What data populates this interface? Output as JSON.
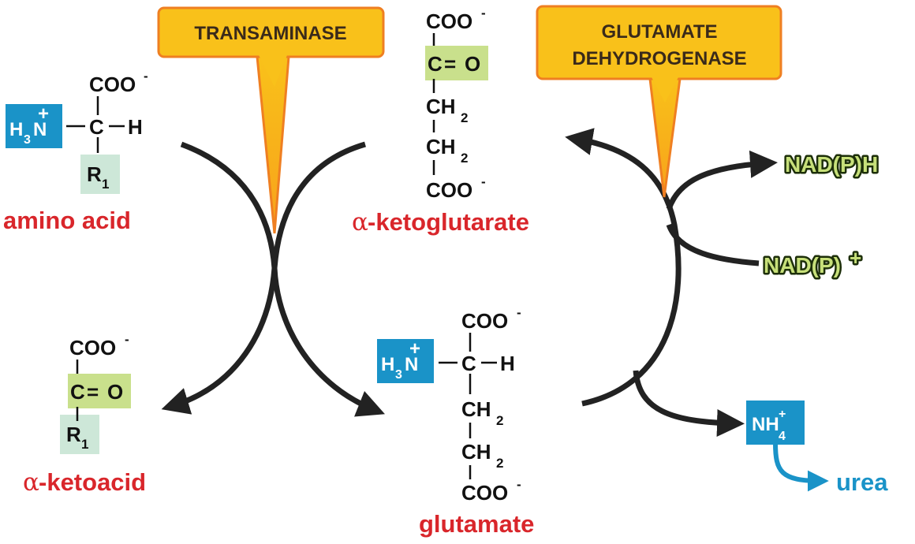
{
  "enzymes": {
    "transaminase": "TRANSAMINASE",
    "gdh_line1": "GLUTAMATE",
    "gdh_line2": "DEHYDROGENASE"
  },
  "compounds": {
    "amino_acid": "amino acid",
    "ketoglutarate": "-ketoglutarate",
    "ketoacid": "-ketoacid",
    "glutamate": "glutamate",
    "alpha_symbol": "α"
  },
  "atoms": {
    "coo": "COO",
    "minus": "-",
    "c": "C",
    "h": "H",
    "o": "O",
    "n": "N",
    "r": "R",
    "one": "1",
    "two": "2",
    "three": "3",
    "four": "4",
    "plus": "+",
    "ch": "CH",
    "nh": "NH",
    "double_bond": "=",
    "bond": "–"
  },
  "cofactors": {
    "nadph": "NAD(P)H",
    "nadp_base": "NAD(P)",
    "nadp_plus": "+"
  },
  "products": {
    "urea": "urea"
  },
  "colors": {
    "enzyme_box_fill": "#f9c11a",
    "enzyme_box_border": "#ef7f22",
    "amino_group_blue": "#1a93c8",
    "carbonyl_highlight": "#c9e08c",
    "r_group_highlight": "#cde7d8",
    "compound_name_red": "#d9262b",
    "cofactor_fill": "#c7e07a",
    "arrow": "#222222"
  }
}
